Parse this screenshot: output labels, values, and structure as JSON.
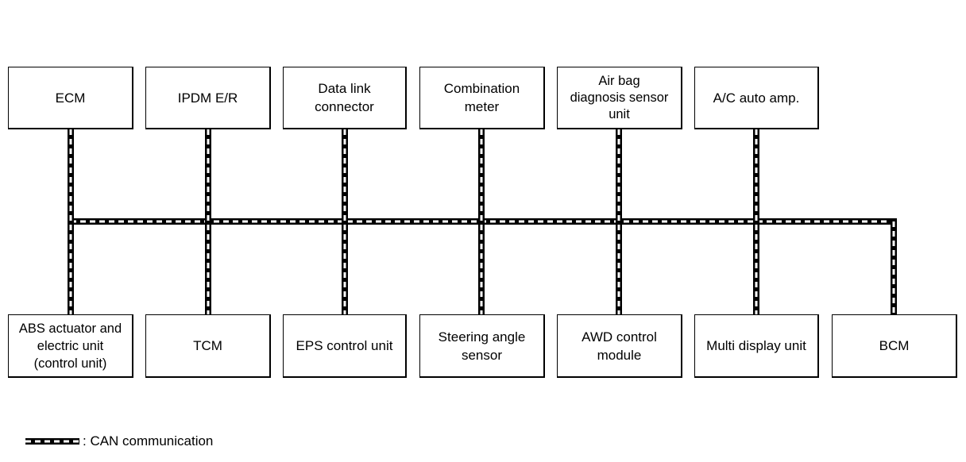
{
  "top_units": [
    "ECM",
    "IPDM E/R",
    "Data link\nconnector",
    "Combination\nmeter",
    "Air bag\ndiagnosis sensor\nunit",
    "A/C auto amp."
  ],
  "bottom_units": [
    "ABS actuator and\nelectric unit\n(control unit)",
    "TCM",
    "EPS control unit",
    "Steering angle\nsensor",
    "AWD control\nmodule",
    "Multi display unit",
    "BCM"
  ],
  "legend": {
    "label": ": CAN communication"
  }
}
